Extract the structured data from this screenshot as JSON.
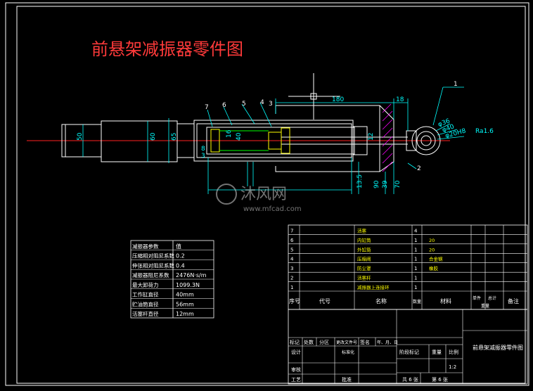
{
  "drawing_title": "前悬架减振器零件图",
  "dimensions": {
    "d180": "180",
    "d18": "18",
    "d50": "50",
    "d60": "60",
    "d65": "65",
    "d16": "16",
    "d40": "40",
    "d12": "12",
    "d135": "13.5",
    "d90": "90",
    "d39": "39",
    "d70": "70",
    "d8": "8",
    "d3": "3",
    "phi36": "φ36",
    "phi40": "φ40",
    "phi20": "φ20H8",
    "ra": "Ra1.6"
  },
  "balloons": [
    "1",
    "2",
    "3",
    "4",
    "5",
    "6",
    "7"
  ],
  "param_table": {
    "header": [
      "减振器参数",
      "值"
    ],
    "rows": [
      [
        "压缩相对阻尼系数",
        "0.2"
      ],
      [
        "伸张相对阻尼系数",
        "0.4"
      ],
      [
        "减振器阻尼系数",
        "2476N·s/m"
      ],
      [
        "最大卸荷力",
        "1099.3N"
      ],
      [
        "工作缸直径",
        "40mm"
      ],
      [
        "贮油筒直径",
        "56mm"
      ],
      [
        "活塞杆直径",
        "12mm"
      ]
    ]
  },
  "bom": {
    "rows": [
      {
        "no": "7",
        "name": "活塞",
        "qty": "4",
        "mat": ""
      },
      {
        "no": "6",
        "name": "内缸筒",
        "qty": "1",
        "mat": "20"
      },
      {
        "no": "5",
        "name": "外缸筒",
        "qty": "1",
        "mat": "20"
      },
      {
        "no": "4",
        "name": "压缩阀",
        "qty": "1",
        "mat": "合金钢"
      },
      {
        "no": "3",
        "name": "防尘罩",
        "qty": "1",
        "mat": "橡胶"
      },
      {
        "no": "2",
        "name": "活塞杆",
        "qty": "1",
        "mat": ""
      },
      {
        "no": "1",
        "name": "减振器上连接环",
        "qty": "1",
        "mat": ""
      }
    ],
    "header": {
      "no": "序号",
      "code": "代号",
      "name": "名称",
      "qty": "数量",
      "mat": "材料",
      "unit": "单件",
      "total": "总计",
      "weight": "重量",
      "note": "备注"
    }
  },
  "title_block": {
    "drawing_name": "前悬架减振器零件图",
    "labels": {
      "mark": "标记",
      "count": "处数",
      "zone": "分区",
      "docno": "更改文件号",
      "sign": "签名",
      "date": "年、月、日",
      "design": "设计",
      "std": "标准化",
      "stage": "阶段标记",
      "weight": "重量",
      "scale": "比例",
      "review": "审核",
      "process": "工艺",
      "approve": "批准",
      "sheets": "共 6 张",
      "sheet": "第 6 张"
    },
    "scale_value": "1:2"
  },
  "watermark": {
    "brand": "沐风网",
    "url": "www.mfcad.com"
  },
  "colors": {
    "bg": "#000000",
    "frame": "#ffffff",
    "cyan": "#00ffff",
    "red": "#ff2020",
    "yellow": "#ffff00",
    "green": "#00ff00",
    "magenta": "#ff00ff",
    "title": "#ff3a3a"
  }
}
